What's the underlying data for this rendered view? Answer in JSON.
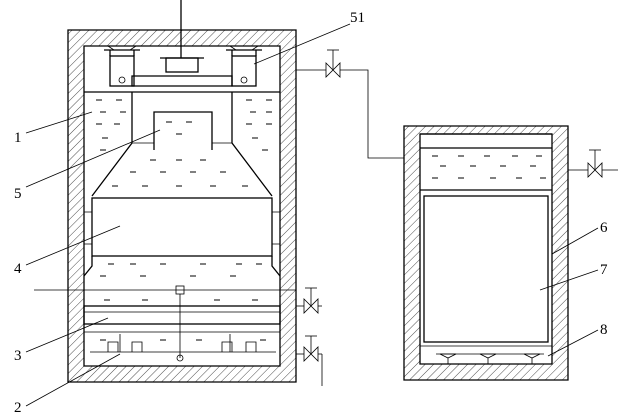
{
  "diagram": {
    "labels": {
      "l1": "1",
      "l2": "2",
      "l3": "3",
      "l4": "4",
      "l5": "5",
      "l51": "51",
      "l6": "6",
      "l7": "7",
      "l8": "8"
    }
  }
}
